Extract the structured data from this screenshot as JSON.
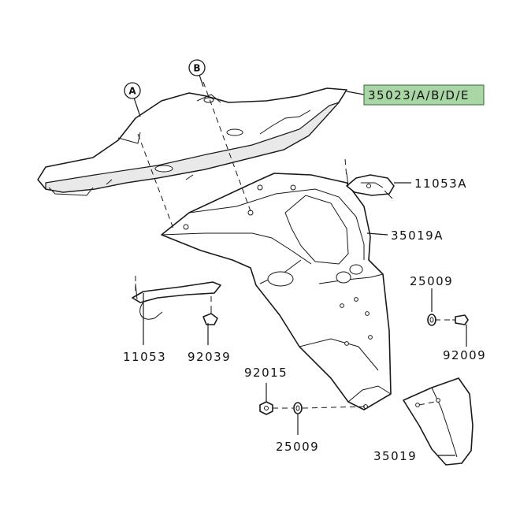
{
  "diagram": {
    "highlight_color": "#a9d6a4",
    "parts": {
      "p35023": "35023/A/B/D/E",
      "p11053A": "11053A",
      "p35019A": "35019A",
      "p25009_upper": "25009",
      "p92009": "92009",
      "p11053": "11053",
      "p92039": "92039",
      "p92015": "92015",
      "p25009_lower": "25009",
      "p35019": "35019"
    },
    "references": {
      "a": "A",
      "b": "B"
    }
  }
}
